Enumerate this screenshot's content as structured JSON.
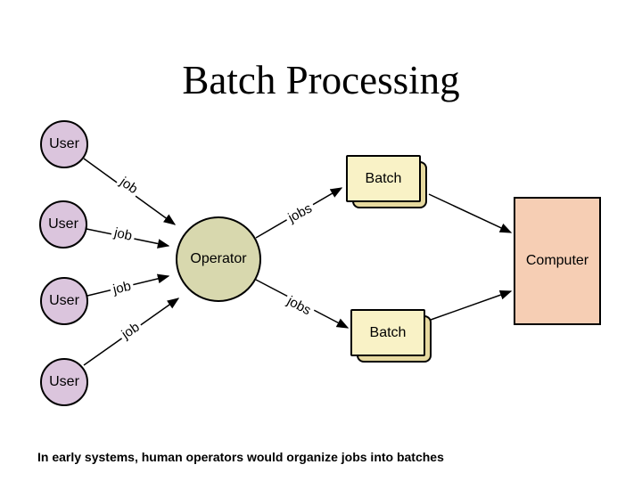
{
  "slide": {
    "title": "Batch Processing",
    "caption": "In early systems, human operators would organize jobs into batches"
  },
  "diagram": {
    "users": [
      {
        "label": "User"
      },
      {
        "label": "User"
      },
      {
        "label": "User"
      },
      {
        "label": "User"
      }
    ],
    "operator": {
      "label": "Operator"
    },
    "batches": [
      {
        "label": "Batch"
      },
      {
        "label": "Batch"
      }
    ],
    "computer": {
      "label": "Computer"
    },
    "edges": [
      {
        "from": "user-1",
        "to": "operator",
        "label": "job"
      },
      {
        "from": "user-2",
        "to": "operator",
        "label": "job"
      },
      {
        "from": "user-3",
        "to": "operator",
        "label": "job"
      },
      {
        "from": "user-4",
        "to": "operator",
        "label": "job"
      },
      {
        "from": "operator",
        "to": "batch-1",
        "label": "jobs"
      },
      {
        "from": "operator",
        "to": "batch-2",
        "label": "jobs"
      },
      {
        "from": "batch-1",
        "to": "computer",
        "label": ""
      },
      {
        "from": "batch-2",
        "to": "computer",
        "label": ""
      }
    ]
  },
  "colors": {
    "background": "#ffffff",
    "user-fill": "#dbc5dd",
    "operator-fill": "#d8d8ae",
    "batch-fill": "#f9f2c6",
    "batch-side": "#e6d99f",
    "computer-fill": "#f6ceb4",
    "outline": "#000000",
    "text": "#000000"
  }
}
